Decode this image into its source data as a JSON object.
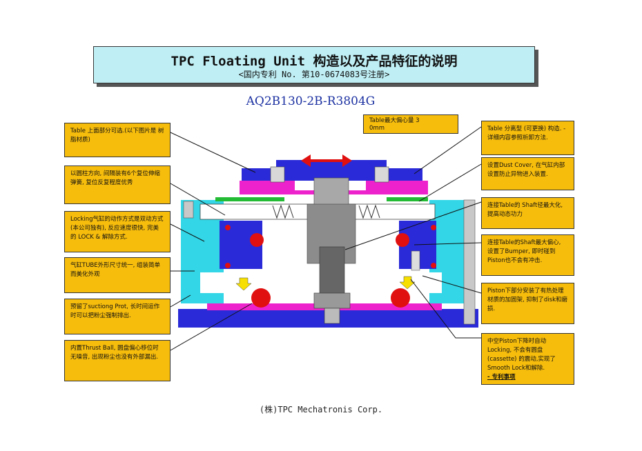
{
  "title": {
    "main": "TPC  Floating Unit 构造以及产品特征的说明",
    "sub": "<国内专利 No. 第10-0674083号注册>"
  },
  "model": "AQ2B130-2B-R3804G",
  "offset_note": {
    "line1": "Table最大偏心量  3",
    "line2": "0mm"
  },
  "left_notes": [
    "Table 上面部分可选.(以下图片是 树脂材质)",
    "以圆柱方向, 间隔装有6个复位伸缩弹簧, 复位反复程度优秀",
    "Locking气缸的动作方式是双动方式 (本公司独有), 反应速度很快, 完美的 LOCK & 解除方式.",
    "气缸TUBE外形尺寸统一, 组装简单而美化外观",
    "预留了suctiong Prot, 长时间运作时可以把粉尘强制排出.",
    "内置Thrust Ball, 圆盘偏心移位时无噪音, 出现粉尘也没有外部漏出."
  ],
  "right_notes": [
    "Table 分离型 (可更换) 构造. - 详细内容参照析卸方法.",
    "设置Dust Cover, 在气缸内部设置防止异物进入装置.",
    "连接Table的 Shaft径最大化, 提高动态功力",
    "连接Table的Shaft最大偏心, 设置了Bumper, 即时碰到 Piston也不会有冲击.",
    "Piston下部分安装了有热处理材质的加固架, 抑制了disk和磨损.",
    "中空Piston下降时自动Locking, 不会有圆盘 (cassette) 的震动,实现了Smooth Lock和解除."
  ],
  "patent_label": "- 专利事项",
  "footer": "(株)TPC Mechatronis Corp.",
  "colors": {
    "note_bg": "#f7bd0c",
    "title_bg": "#bfeff5",
    "blue_part": "#2a2ad8",
    "magenta_part": "#ee22cc",
    "cyan_part": "#33d6e6",
    "arrow_red": "#e01010"
  }
}
